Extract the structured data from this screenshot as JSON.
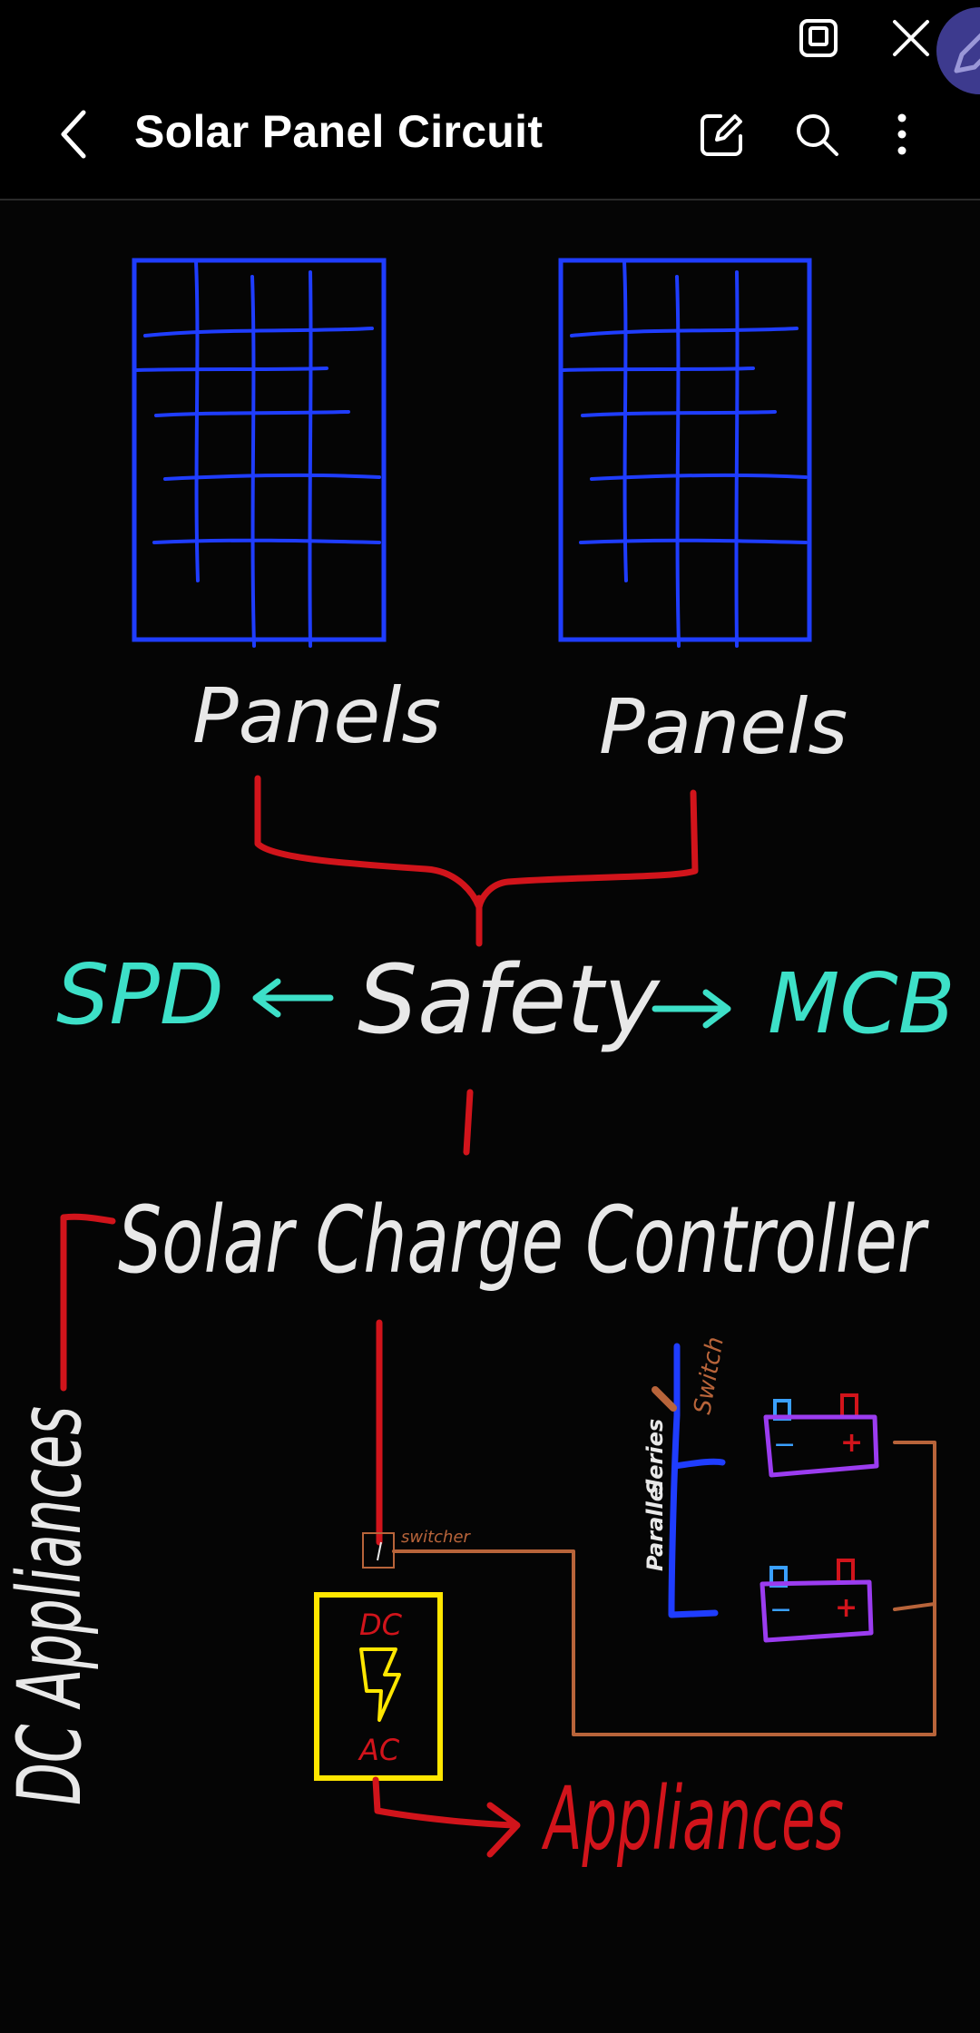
{
  "app": {
    "title": "Solar Panel Circuit"
  },
  "toolbar": {
    "back_icon": "chevron-left-icon",
    "edit_icon": "pen-edit-icon",
    "search_icon": "search-icon",
    "more_icon": "more-vertical-icon",
    "window_icon": "pop-up-window-icon",
    "close_icon": "close-icon",
    "pen_icon": "pen-icon"
  },
  "drawing": {
    "panel_left_label": "Panels",
    "panel_right_label": "Panels",
    "spd_label": "SPD",
    "safety_label": "Safety",
    "mcb_label": "MCB",
    "controller_label": "Solar Charge Controller",
    "dc_appliances_label": "DC Appliances",
    "switch_label": "Switch",
    "switcher_label": "switcher",
    "parallel_label": "Parallel",
    "series_label": "Series",
    "inverter_dc_label": "DC",
    "inverter_ac_label": "AC",
    "appliances_label": "Appliances",
    "battery_minus": "−",
    "battery_plus": "+",
    "colors": {
      "panel_blue": "#1f3dff",
      "wire_red": "#d1141b",
      "cyan": "#3de0c8",
      "white_ink": "#e8e8e8",
      "yellow": "#ffe600",
      "purple": "#9b3cf0",
      "brown": "#b8643a"
    }
  }
}
